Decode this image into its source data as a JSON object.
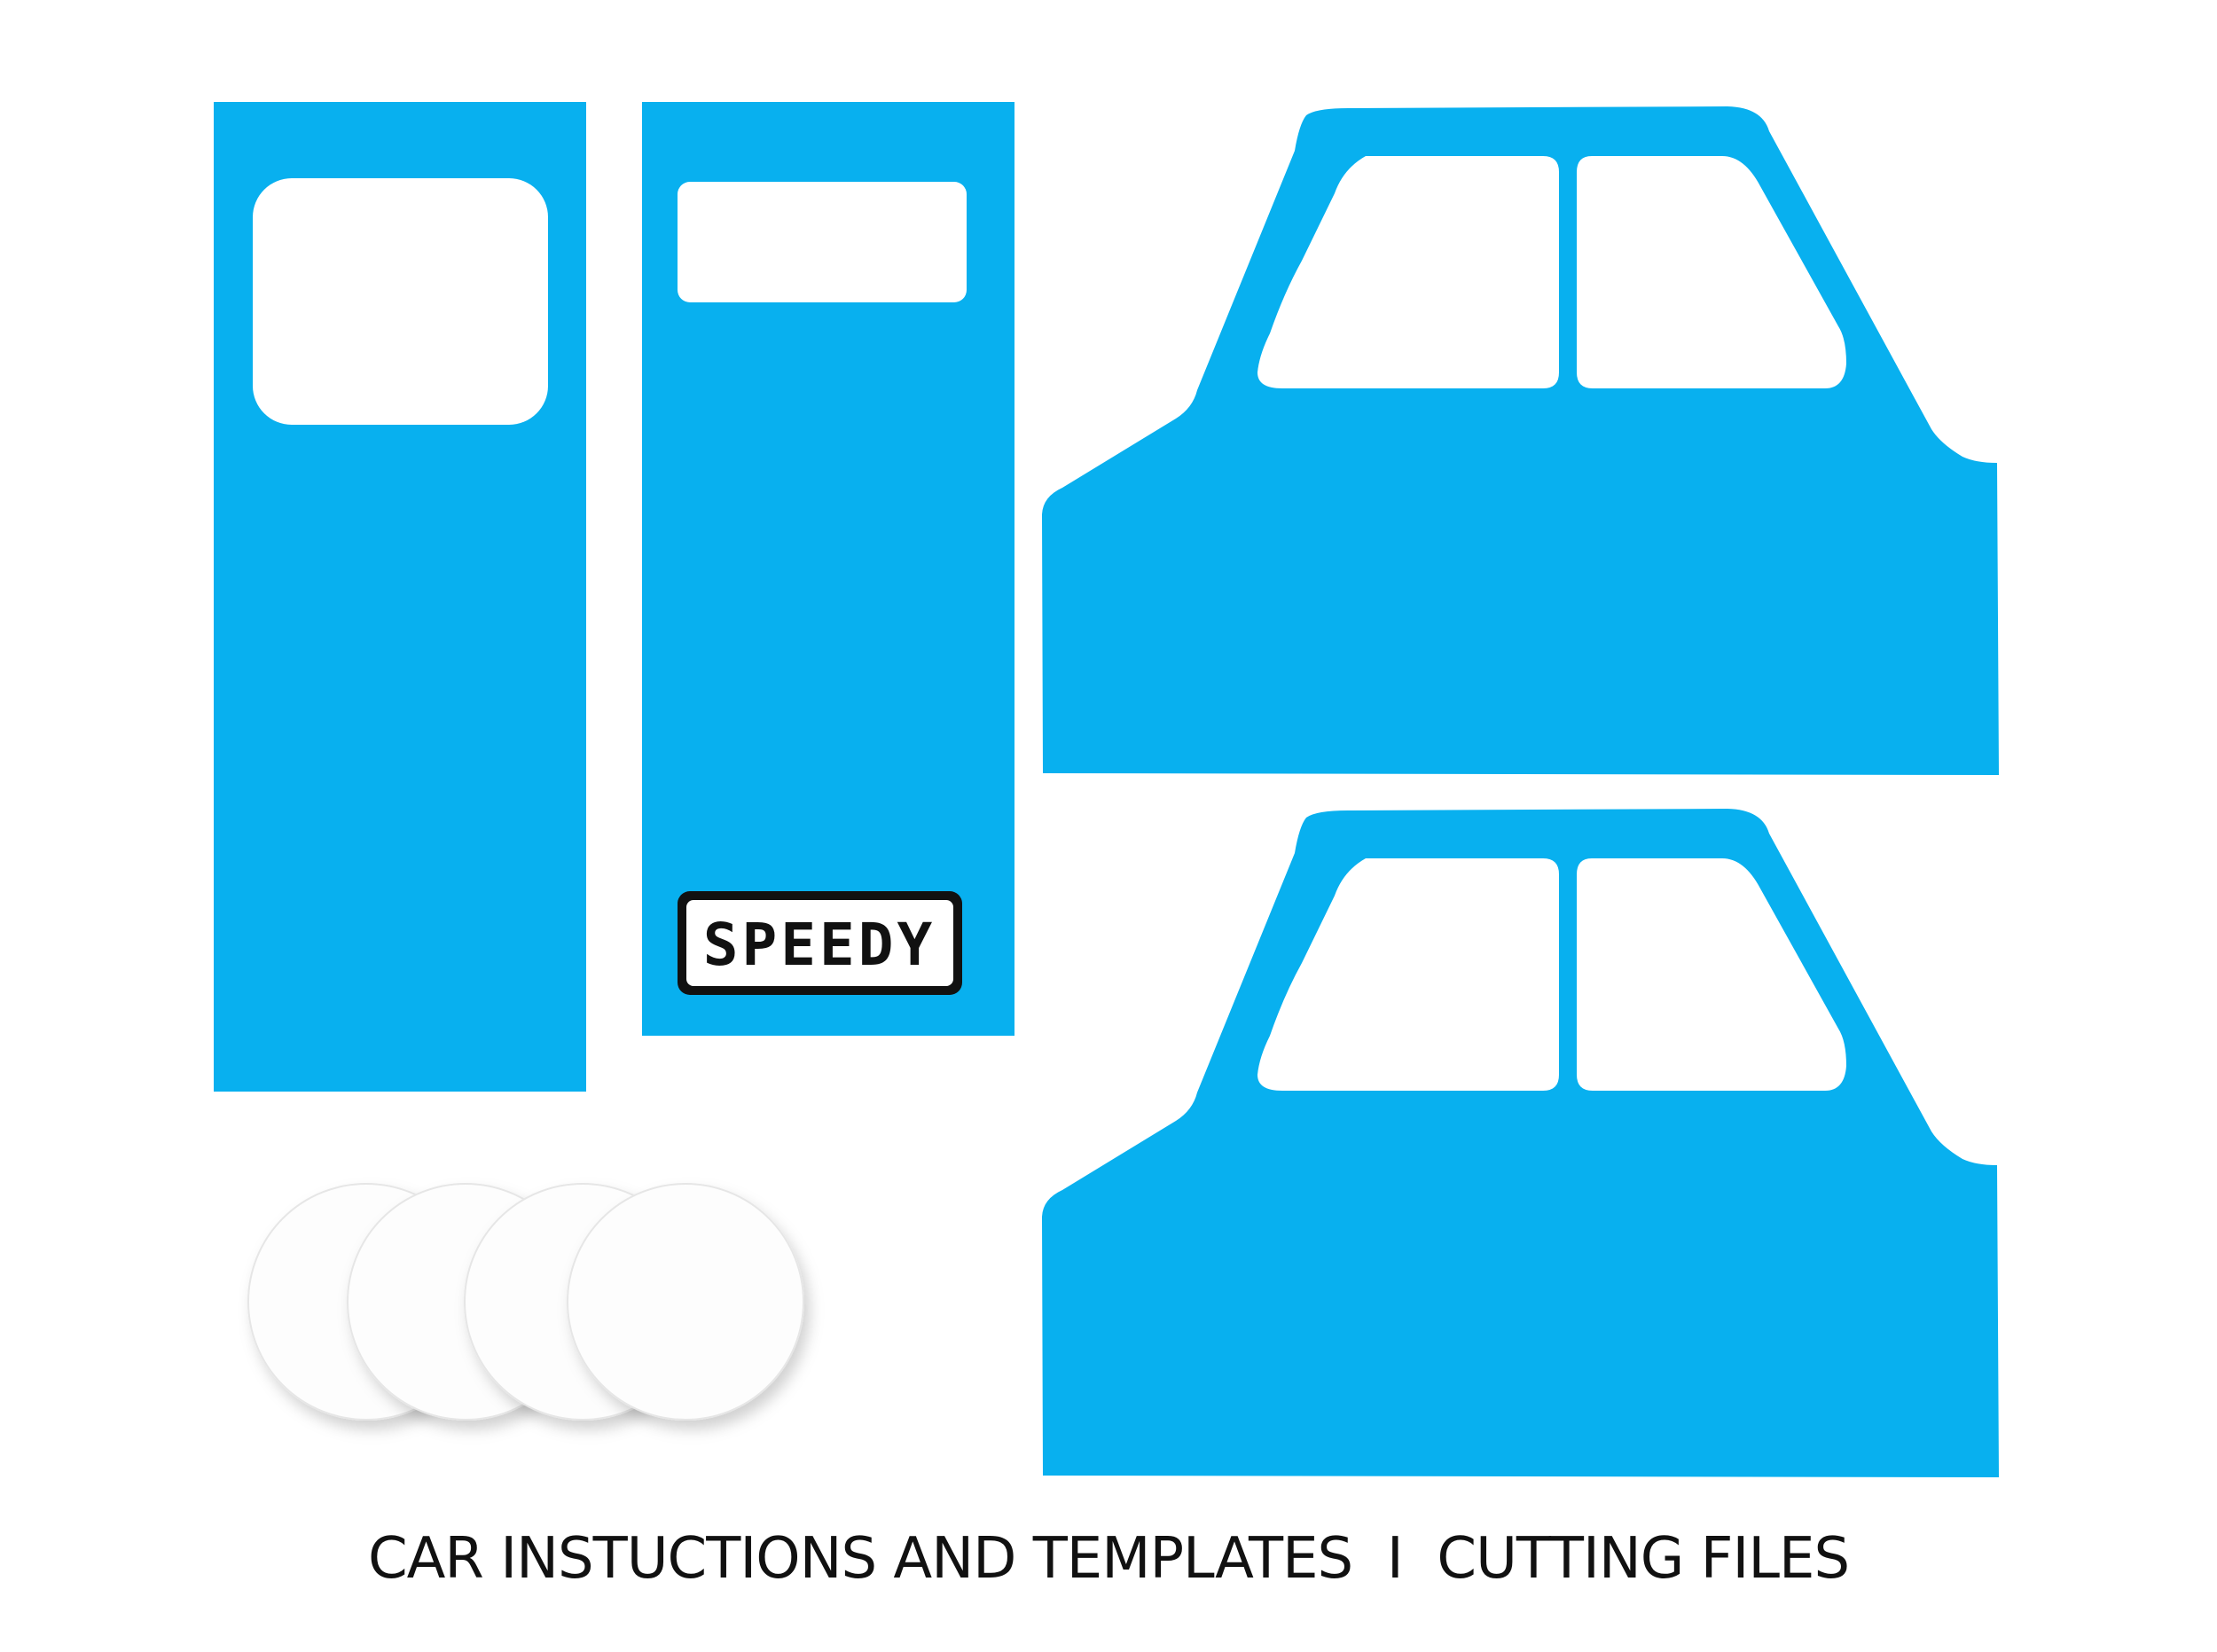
{
  "colors": {
    "template_fill": "#08b0ef",
    "cutout": "#ffffff",
    "wheel_fill": "#fdfdfd",
    "badge_border": "#111111",
    "caption": "#111111"
  },
  "templates": {
    "front_panel": {
      "name": "front-panel-template"
    },
    "rear_panel": {
      "name": "rear-panel-template",
      "badge_text": "SPEEDY"
    },
    "side_panels": [
      {
        "name": "side-panel-top-template"
      },
      {
        "name": "side-panel-bottom-template"
      }
    ],
    "wheels": {
      "count": 4
    }
  },
  "footer": {
    "caption": "CAR INSTUCTIONS AND TEMPLATES  I  CUTTING FILES"
  }
}
